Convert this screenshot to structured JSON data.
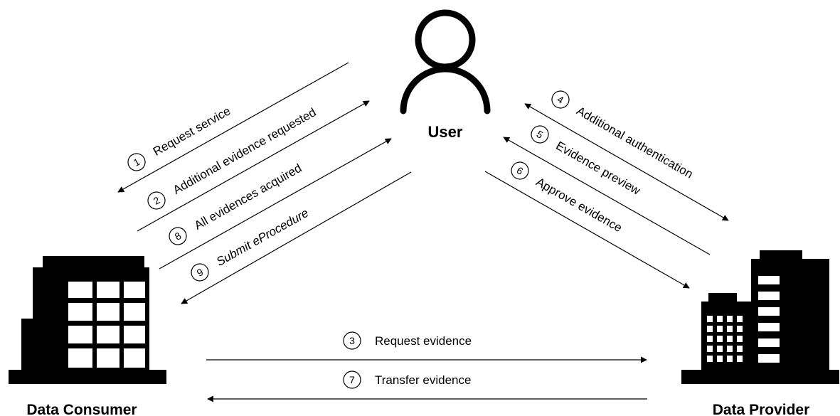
{
  "colors": {
    "ink": "#000000",
    "background": "#ffffff"
  },
  "actors": {
    "user": {
      "label": "User",
      "icon": "user-icon"
    },
    "consumer": {
      "label": "Data Consumer",
      "icon": "building-icon"
    },
    "provider": {
      "label": "Data Provider",
      "icon": "building-icon"
    }
  },
  "steps": [
    {
      "num": "1",
      "text": "Request service"
    },
    {
      "num": "2",
      "text": "Additional evidence requested"
    },
    {
      "num": "8",
      "text": "All evidences acquired"
    },
    {
      "num": "9",
      "text": "Submit eProcedure"
    },
    {
      "num": "4",
      "text": "Additional authentication"
    },
    {
      "num": "5",
      "text": "Evidence preview"
    },
    {
      "num": "6",
      "text": "Approve evidence"
    },
    {
      "num": "3",
      "text": "Request evidence"
    },
    {
      "num": "7",
      "text": "Transfer evidence"
    }
  ]
}
